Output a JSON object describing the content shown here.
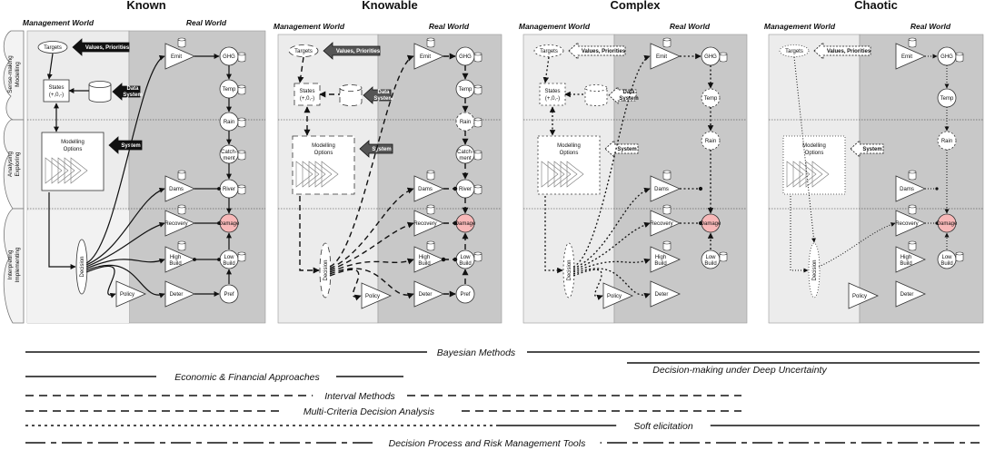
{
  "panels": [
    {
      "title": "Known"
    },
    {
      "title": "Knowable"
    },
    {
      "title": "Complex"
    },
    {
      "title": "Chaotic"
    }
  ],
  "world_labels": {
    "management": "Management World",
    "real": "Real World"
  },
  "side_labels": [
    [
      "Sense-making",
      "Modelling"
    ],
    [
      "Analysing",
      "Exploring"
    ],
    [
      "Interpreting",
      "Implementing"
    ]
  ],
  "nodes": {
    "targets": "Targets",
    "states": [
      "States",
      "(+,0,-)"
    ],
    "values": "Values, Priorities",
    "data_system": [
      "Data",
      "System"
    ],
    "modelling": [
      "Modelling",
      "Options"
    ],
    "system": "System",
    "decision": "Decision",
    "policy": "Policy",
    "emit": "Emit",
    "ghg": "GHG",
    "temp": "Temp",
    "rain": "Rain",
    "catchment": [
      "Catch-",
      "ment"
    ],
    "river": "River",
    "dams": "Dams",
    "recovery": "Recovery",
    "damage": "Damage",
    "high_build": [
      "High",
      "Build"
    ],
    "low_build": [
      "Low",
      "Build"
    ],
    "deter": "Deter",
    "pref": "Pref"
  },
  "methods": [
    {
      "label": "Bayesian Methods",
      "style": "solid"
    },
    {
      "label": "Decision-making under Deep Uncertainty",
      "style": "solid"
    },
    {
      "label": "Economic & Financial Approaches",
      "style": "solid"
    },
    {
      "label": "Interval Methods",
      "style": "dash"
    },
    {
      "label": "Multi-Criteria Decision Analysis",
      "style": "dash"
    },
    {
      "label": "Soft elicitation",
      "style": "mixed"
    },
    {
      "label": "Decision Process and Risk Management Tools",
      "style": "longdash"
    }
  ],
  "colors": {
    "management_bg": "#ececec",
    "real_bg": "#c8c8c8",
    "damage": "#f8b8b8",
    "arrow": "#111111"
  }
}
